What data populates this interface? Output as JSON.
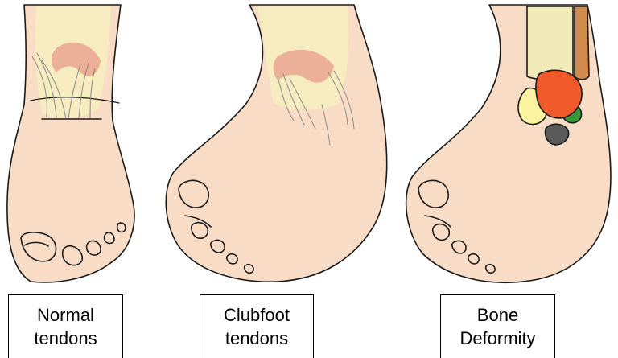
{
  "captions": [
    {
      "line1": "Normal",
      "line2": "tendons"
    },
    {
      "line1": "Clubfoot",
      "line2": "tendons"
    },
    {
      "line1": "Bone",
      "line2": "Deformity"
    }
  ],
  "colors": {
    "skin": "#f8dcc6",
    "skin_outline": "#1a1a1a",
    "bone_pale": "#f6ecc0",
    "joint_pink": "#eaa08c",
    "tendon_grey": "#c4c4c4",
    "tibia_yellow": "#efeab8",
    "fibula_orange": "#d08a4a",
    "talus_red": "#f05a2a",
    "calcaneus_yellow": "#fbf3a0",
    "navicular_green": "#3a9a3a",
    "cuboid_grey": "#5a5a5a"
  }
}
